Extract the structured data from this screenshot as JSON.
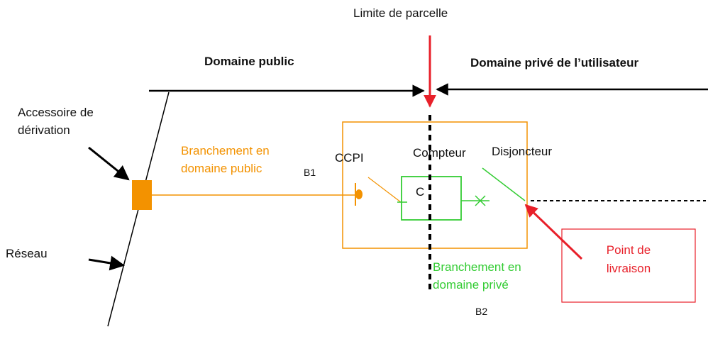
{
  "labels": {
    "limite_parcelle": "Limite de parcelle",
    "domaine_public": "Domaine public",
    "domaine_prive": "Domaine privé de l’utilisateur",
    "accessoire_line1": "Accessoire de",
    "accessoire_line2": "dérivation",
    "reseau": "Réseau",
    "branchement_public_line1": "Branchement en",
    "branchement_public_line2": "domaine public",
    "b1": "B1",
    "ccpi": "CCPI",
    "compteur": "Compteur",
    "compteur_box": "C",
    "disjoncteur": "Disjoncteur",
    "branchement_prive_line1": "Branchement en",
    "branchement_prive_line2": "domaine privé",
    "b2": "B2",
    "point_livraison_line1": "Point de",
    "point_livraison_line2": "livraison"
  },
  "colors": {
    "orange": "#f39200",
    "green": "#33cc33",
    "red": "#e8202a",
    "black": "#000000"
  }
}
